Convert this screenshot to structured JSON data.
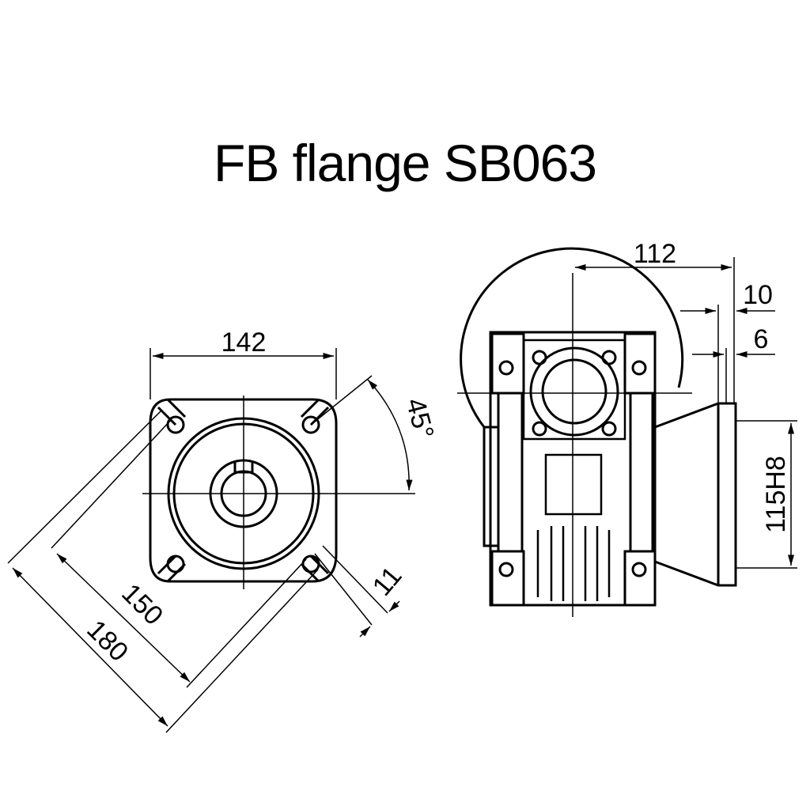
{
  "title": "FB flange SB063",
  "front_view": {
    "dim_width": "142",
    "dim_angle": "45°",
    "dim_bolt_circle": "150",
    "dim_outer": "180",
    "dim_hole": "11"
  },
  "side_view": {
    "dim_width": "112",
    "dim_flange_thickness": "10",
    "dim_spigot": "6",
    "dim_pilot": "115H8"
  }
}
